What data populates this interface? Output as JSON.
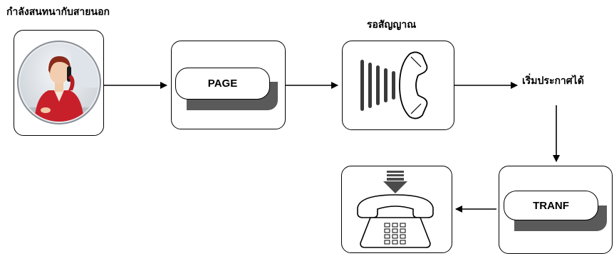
{
  "labels": {
    "outside_call": "กำลังสนทนากับสายนอก",
    "wait_signal": "รอสัญญาณ",
    "can_announce": "เริ่มประกาศได้"
  },
  "buttons": {
    "page": "PAGE",
    "tranf": "TRANF"
  },
  "colors": {
    "shadow": "#5a5a5a",
    "stroke": "#000000",
    "signal_bars": "#3a3a3a"
  }
}
